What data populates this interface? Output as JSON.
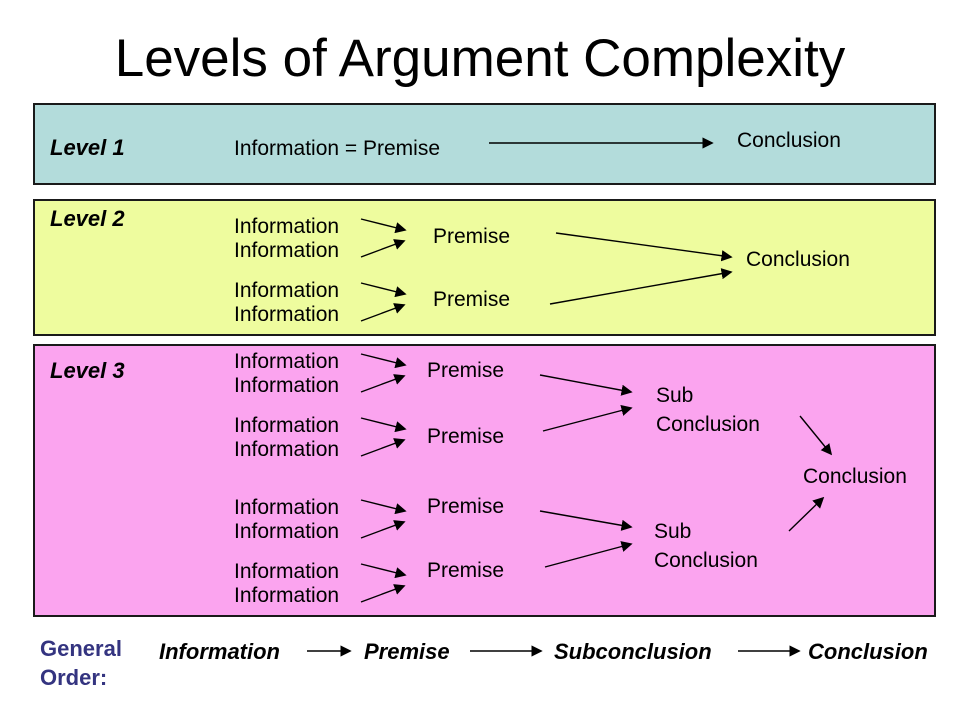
{
  "title": "Levels of Argument Complexity",
  "colors": {
    "level1_bg": "#b3dcdb",
    "level2_bg": "#eefc9e",
    "level3_bg": "#fba4ef",
    "general_order_text": "#343480",
    "band_border": "#1a1a1a",
    "arrow": "#000000"
  },
  "level1": {
    "label": "Level 1",
    "info": "Information = Premise",
    "conclusion": "Conclusion"
  },
  "level2": {
    "label": "Level 2",
    "info": "Information",
    "info_pair": "Information\nInformation",
    "premise": "Premise",
    "conclusion": "Conclusion"
  },
  "level3": {
    "label": "Level 3",
    "info": "Information",
    "info_pair": "Information\nInformation",
    "premise": "Premise",
    "sub_conclusion": "Sub\nConclusion",
    "conclusion": "Conclusion"
  },
  "general_order": {
    "label": "General\nOrder:",
    "items": [
      "Information",
      "Premise",
      "Subconclusion",
      "Conclusion"
    ]
  }
}
